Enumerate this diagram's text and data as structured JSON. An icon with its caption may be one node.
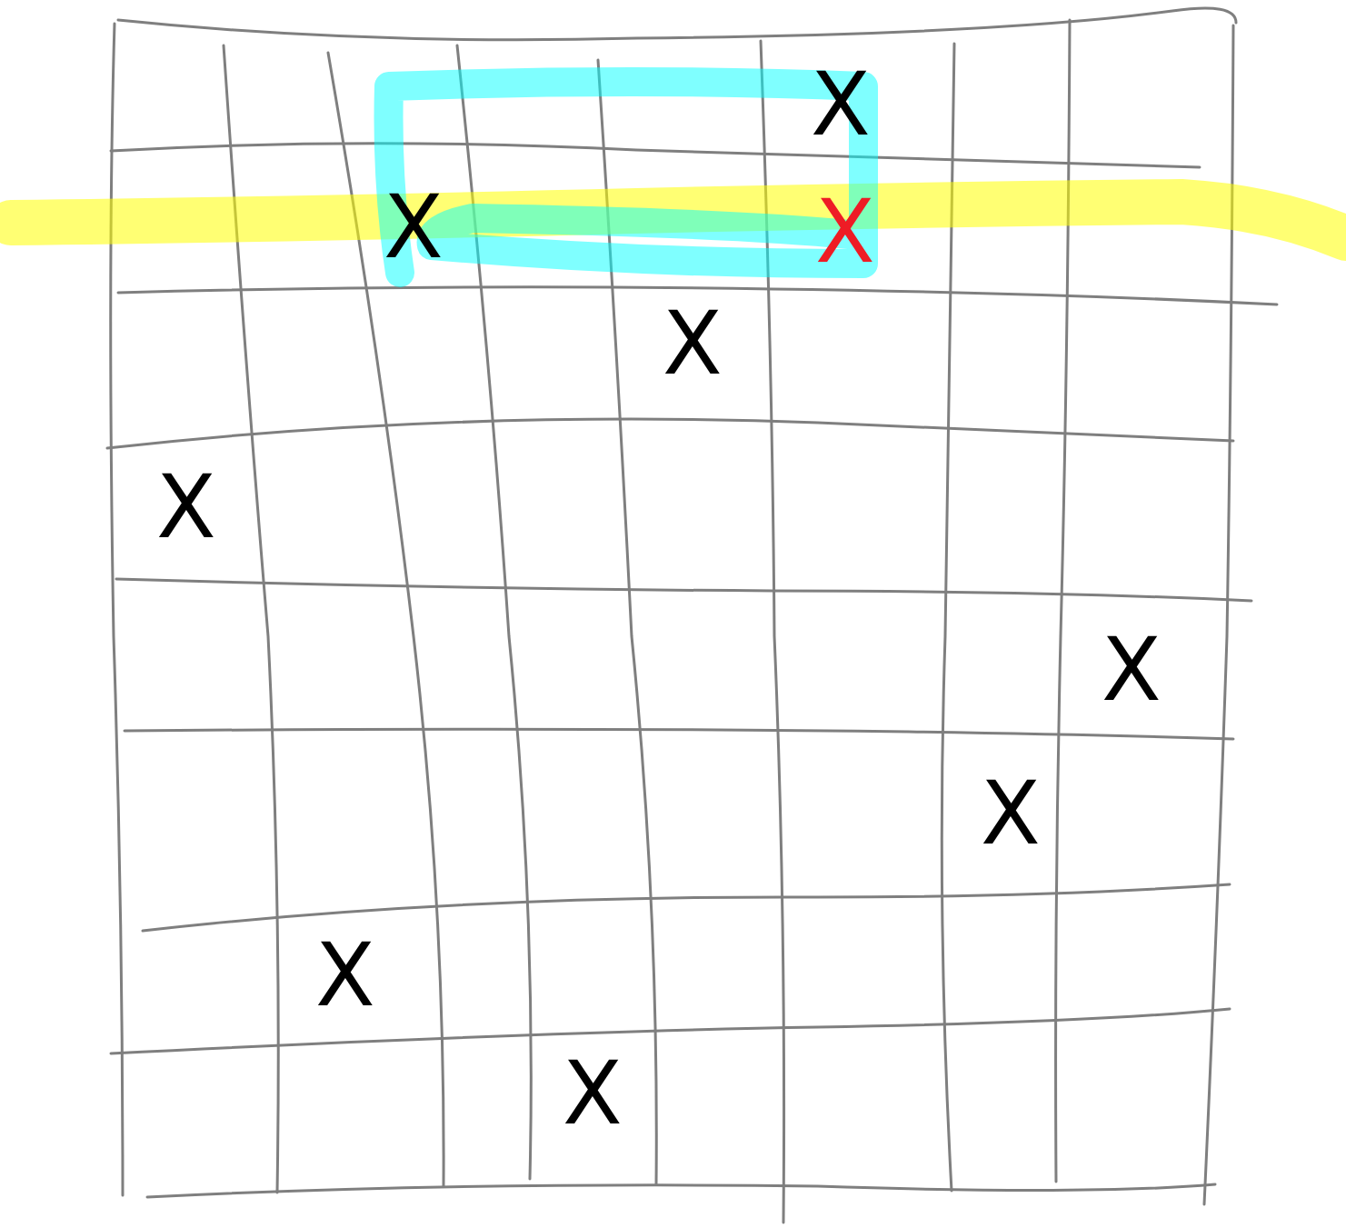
{
  "diagram": {
    "labels": [
      "X",
      "X",
      "X",
      "X",
      "X",
      "X",
      "X",
      "X",
      "X"
    ]
  }
}
